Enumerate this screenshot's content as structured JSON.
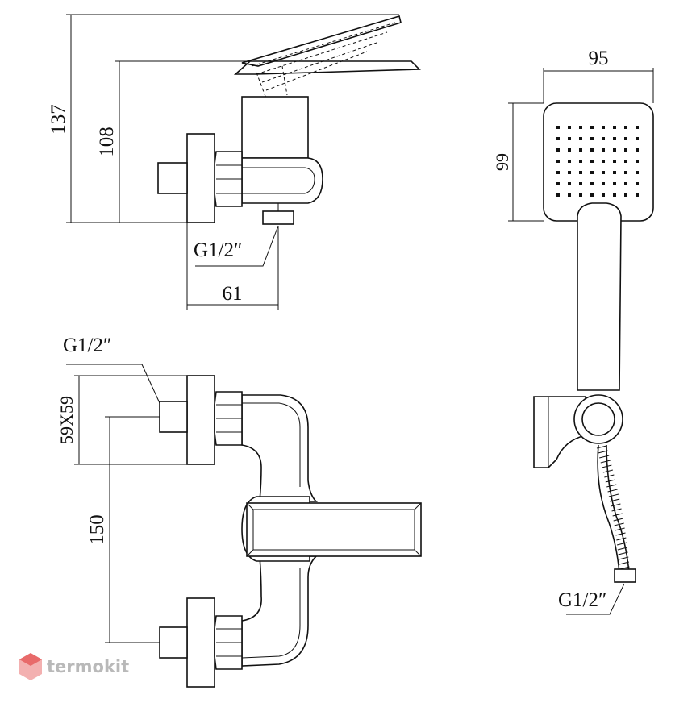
{
  "dimensions": {
    "total_height": "137",
    "spout_height": "108",
    "depth": "61",
    "head_width": "95",
    "head_height": "99",
    "center_distance": "150",
    "flange_size": "59X59"
  },
  "threads": {
    "outlet_side": "G1/2″",
    "inlet_front": "G1/2″",
    "hose_end": "G1/2″"
  },
  "watermark": {
    "brand": "termokit",
    "color": "#bcbcbc",
    "accent": "#e86a6a"
  }
}
